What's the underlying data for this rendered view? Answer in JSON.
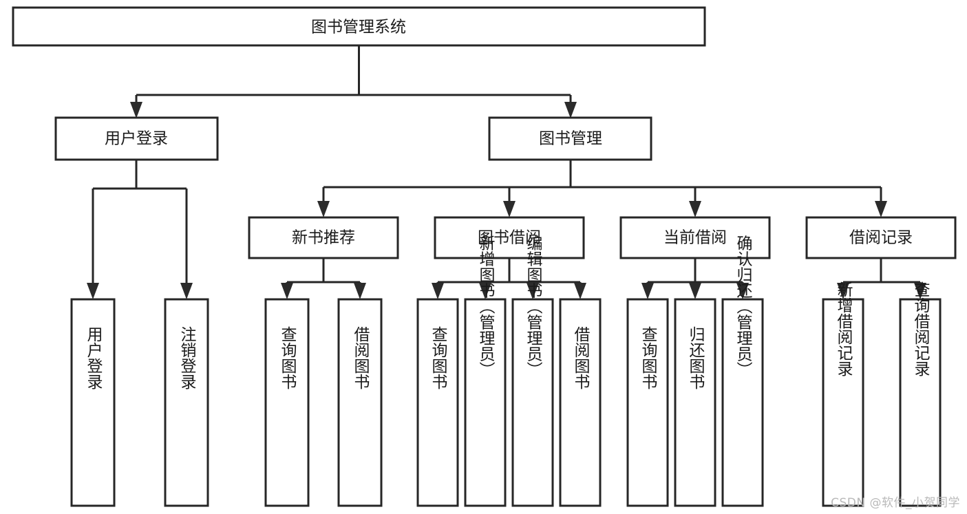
{
  "diagram": {
    "type": "tree",
    "title": "图书管理系统",
    "orientation": "top-down",
    "colors": {
      "stroke": "#262626",
      "fill": "#ffffff",
      "text": "#1a1a1a",
      "background": "#ffffff",
      "watermark": "#b9b9b9"
    },
    "levels": {
      "root": {
        "label": "图书管理系统"
      },
      "level2": [
        {
          "label": "用户登录"
        },
        {
          "label": "图书管理"
        }
      ],
      "level3": [
        {
          "label": "新书推荐"
        },
        {
          "label": "图书借阅"
        },
        {
          "label": "当前借阅"
        },
        {
          "label": "借阅记录"
        }
      ],
      "leaves": {
        "user_login": [
          {
            "label": "用户登录"
          },
          {
            "label": "注销登录"
          }
        ],
        "new_book_recommend": [
          {
            "label": "查询图书"
          },
          {
            "label": "借阅图书"
          }
        ],
        "book_borrow": [
          {
            "label": "查询图书"
          },
          {
            "label": "新增图书（管理员）"
          },
          {
            "label": "编辑图书（管理员）"
          },
          {
            "label": "借阅图书"
          }
        ],
        "current_borrow": [
          {
            "label": "查询图书"
          },
          {
            "label": "归还图书"
          },
          {
            "label": "确认归还（管理员）"
          }
        ],
        "borrow_record": [
          {
            "label": "新增借阅记录"
          },
          {
            "label": "查询借阅记录"
          }
        ]
      }
    }
  },
  "watermark": {
    "text": "CSDN @软件_小贺同学"
  }
}
